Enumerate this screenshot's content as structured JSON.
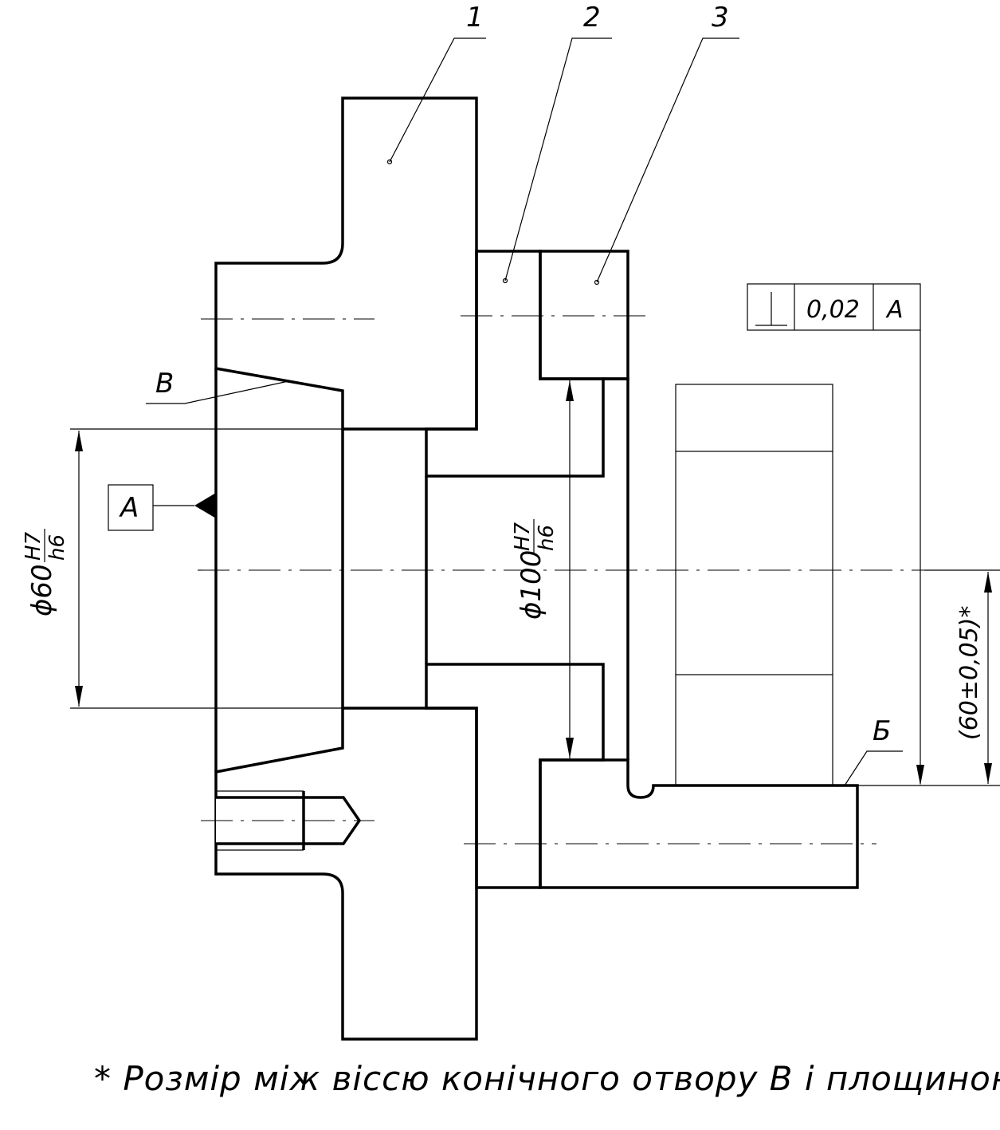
{
  "labels": {
    "part1": "1",
    "part2": "2",
    "part3": "3",
    "surface_v": "В",
    "datum_a": "А",
    "plane_b": "Б"
  },
  "tolerance_frame": {
    "symbol": "⊥",
    "value": "0,02",
    "datum": "А"
  },
  "dimensions": {
    "d60_prefix": "ϕ60",
    "d60_hole": "H7",
    "d60_shaft": "h6",
    "d100_prefix": "ϕ100",
    "d100_hole": "H7",
    "d100_shaft": "h6",
    "distance": "(60±0,05)*"
  },
  "note": "* Розмір між віссю конічного отвору В і площиною Б"
}
